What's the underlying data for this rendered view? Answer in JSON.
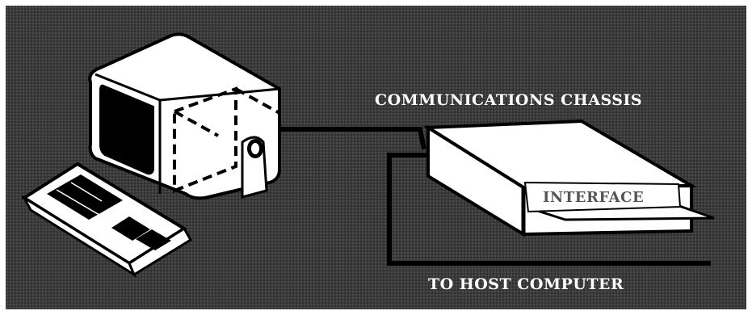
{
  "diagram": {
    "labels": {
      "chassis": "COMMUNICATIONS CHASSIS",
      "interface": "INTERFACE",
      "host": "TO HOST COMPUTER"
    },
    "colors": {
      "background": "#3a3a3a",
      "ink": "#000000",
      "paper": "#ffffff",
      "label_on_dark": "#ffffff",
      "label_on_card": "#555555"
    },
    "icons": [
      "terminal-monitor-icon",
      "keyboard-icon",
      "chassis-box-icon",
      "interface-card-icon"
    ]
  }
}
